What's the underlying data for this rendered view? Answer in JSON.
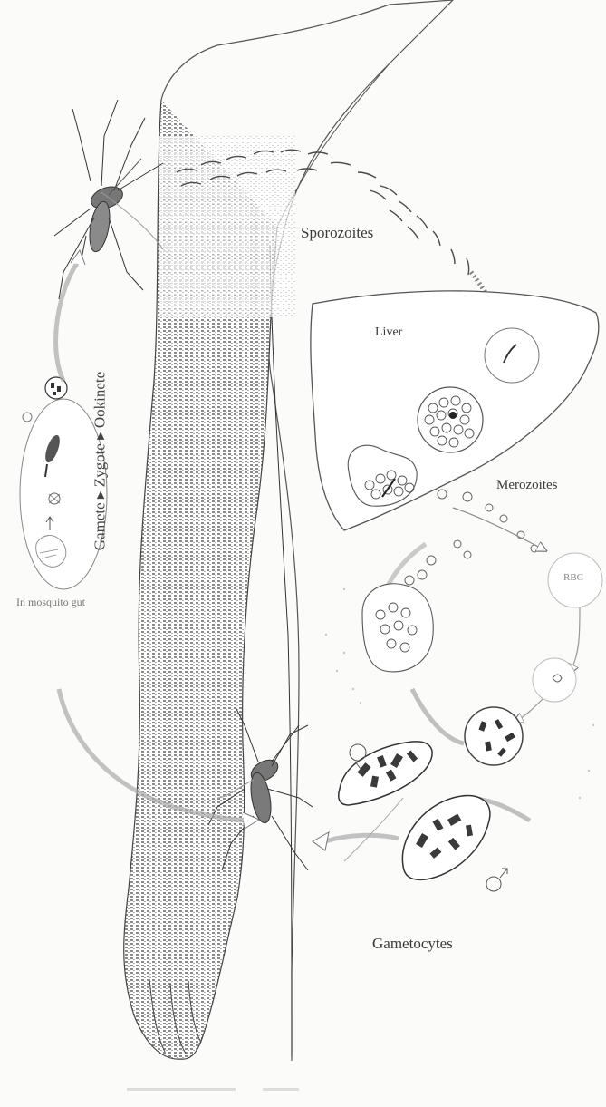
{
  "labels": {
    "sporozoites": "Sporozoites",
    "liver": "Liver",
    "merozoites": "Merozoites",
    "rbc": "RBC",
    "gametocytes": "Gametocytes",
    "mosquito_stages": "Gamete ▸ Zygote ▸ Ookinete",
    "mosquito_gut": "In mosquito gut"
  },
  "colors": {
    "ink": "#2b2b2b",
    "skin_shade": "#8c8c8c",
    "faint": "#b5b5b5",
    "background": "#fbfbfa"
  }
}
